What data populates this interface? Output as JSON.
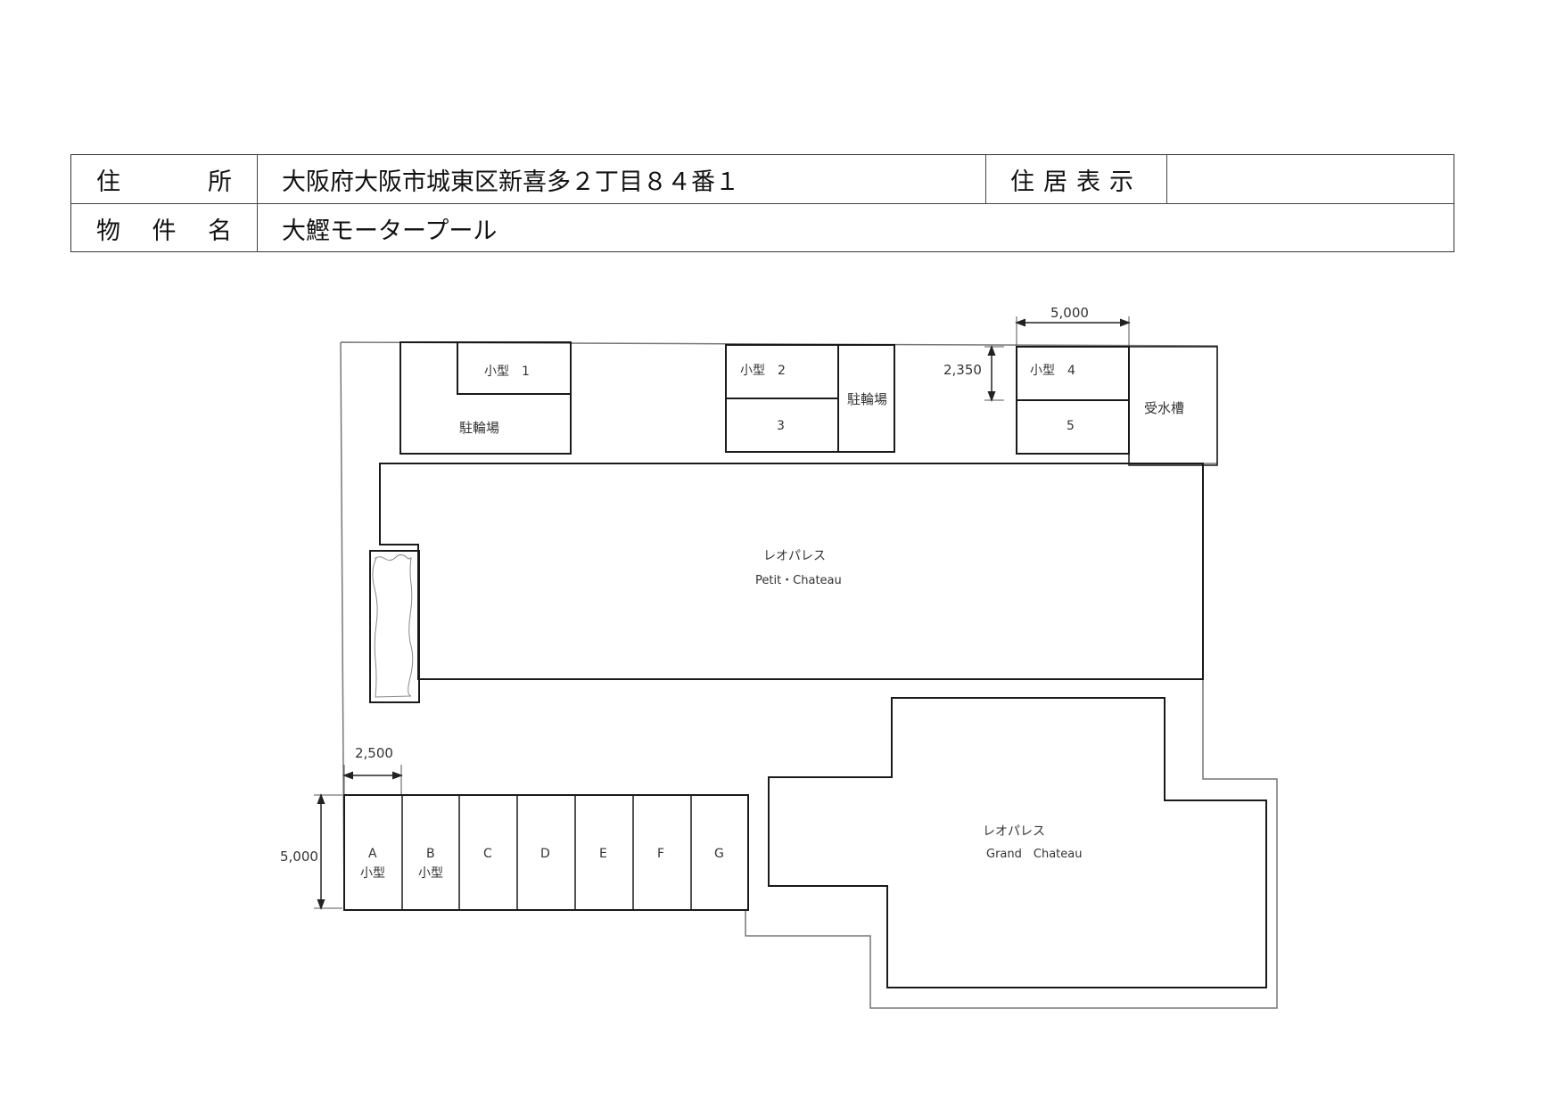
{
  "header_table": {
    "address_label_chars": [
      "住",
      "所"
    ],
    "address_value": "大阪府大阪市城東区新喜多２丁目８４番１",
    "residence_display_label": "住居表示",
    "residence_display_value": "",
    "property_label_chars": [
      "物",
      "件",
      "名"
    ],
    "property_value": "大鰹モータープール"
  },
  "site_plan": {
    "buildings": {
      "petit_chateau": {
        "name_ja": "レオパレス",
        "name_en": "Petit・Chateau"
      },
      "grand_chateau": {
        "name_ja": "レオパレス",
        "name_en": "Grand　Chateau"
      }
    },
    "bike_parking_label": "駐輪場",
    "water_tank_label": "受水槽",
    "top_spaces": {
      "s1": "小型　1",
      "s2": "小型　2",
      "s3": "3",
      "s4": "小型　4",
      "s5": "5"
    },
    "bottom_spaces": [
      {
        "id": "A",
        "note": "小型"
      },
      {
        "id": "B",
        "note": "小型"
      },
      {
        "id": "C",
        "note": ""
      },
      {
        "id": "D",
        "note": ""
      },
      {
        "id": "E",
        "note": ""
      },
      {
        "id": "F",
        "note": ""
      },
      {
        "id": "G",
        "note": ""
      }
    ],
    "dimensions": {
      "top_width": "5,000",
      "top_depth": "2,350",
      "bottom_width": "2,500",
      "bottom_depth": "5,000"
    },
    "colors": {
      "line": "#1a1a1a",
      "boundary": "#777777"
    }
  }
}
